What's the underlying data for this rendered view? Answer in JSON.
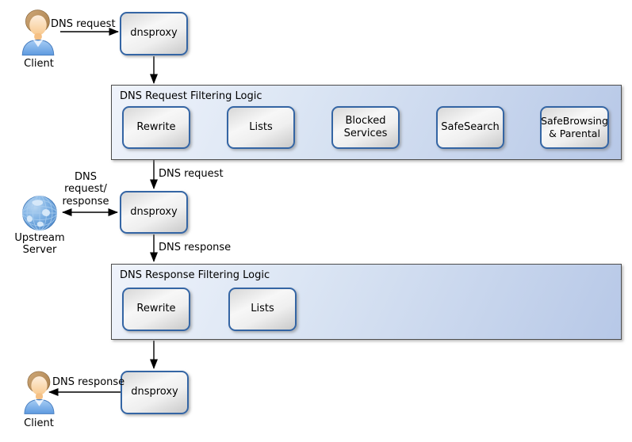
{
  "diagram": {
    "nodes": {
      "dnsproxy1": "dnsproxy",
      "dnsproxy2": "dnsproxy",
      "dnsproxy3": "dnsproxy"
    },
    "actors": {
      "client_top": "Client",
      "upstream_server": "Upstream Server",
      "client_bottom": "Client"
    },
    "containers": [
      {
        "title": "DNS Request Filtering Logic",
        "boxes": [
          "Rewrite",
          "Lists",
          "Blocked Services",
          "SafeSearch",
          "SafeBrowsing & Parental"
        ]
      },
      {
        "title": "DNS Response Filtering Logic",
        "boxes": [
          "Rewrite",
          "Lists"
        ]
      }
    ],
    "edge_labels": {
      "client_to_dnsproxy1": "DNS request",
      "filter_to_dnsproxy2": "DNS request",
      "upstream_link": "DNS request/ response",
      "dnsproxy2_to_filter": "DNS response",
      "dnsproxy3_to_client": "DNS response"
    },
    "icons": [
      "person-icon",
      "globe-icon"
    ],
    "colors": {
      "node_border": "#3465a4",
      "node_fill_light": "#f7f7f7",
      "node_fill_dark": "#c9c9c9",
      "group_fill_light": "#eff3fb",
      "group_fill_dark": "#b7c8e7",
      "arrow": "#000000"
    }
  }
}
